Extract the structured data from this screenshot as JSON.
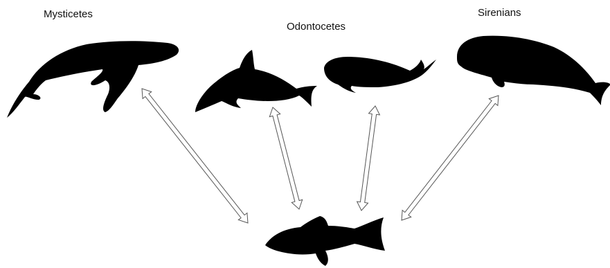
{
  "labels": {
    "mysticetes": "Mysticetes",
    "odontocetes": "Odontocetes",
    "sirenians": "Sirenians"
  },
  "colors": {
    "silhouette": "#000000",
    "arrow_fill": "#ffffff",
    "arrow_stroke": "#555555",
    "background": "#ffffff"
  },
  "icons": [
    "humpback-whale-icon",
    "dolphin-icon",
    "beluga-whale-icon",
    "manatee-icon",
    "fish-icon"
  ]
}
